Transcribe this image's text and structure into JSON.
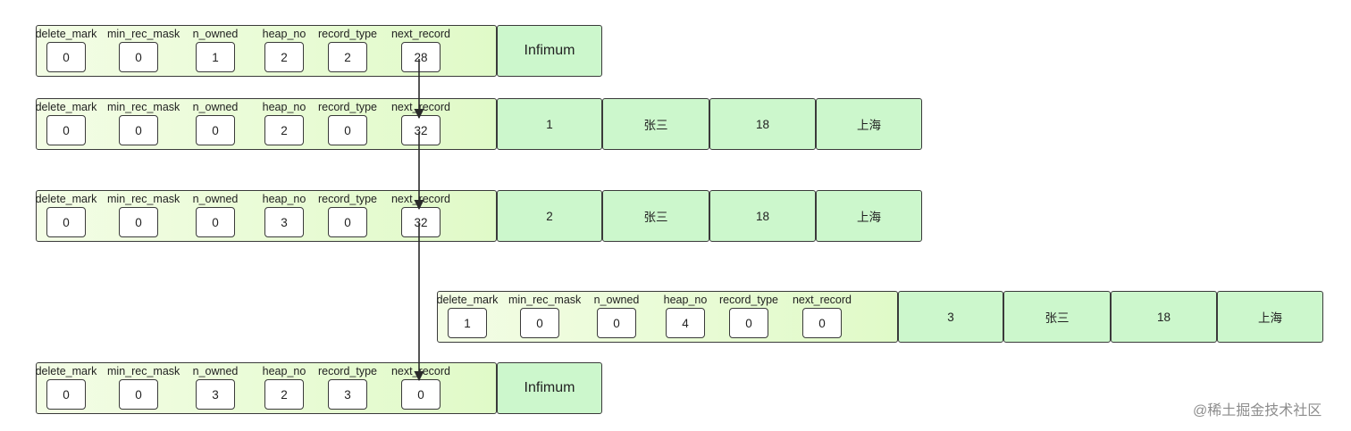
{
  "field_labels": [
    "delete_mark",
    "min_rec_mask",
    "n_owned",
    "heap_no",
    "record_type",
    "next_record"
  ],
  "records": [
    {
      "header": [
        "0",
        "0",
        "1",
        "2",
        "2",
        "28"
      ],
      "cells": [
        "Infimum"
      ]
    },
    {
      "header": [
        "0",
        "0",
        "0",
        "2",
        "0",
        "32"
      ],
      "cells": [
        "1",
        "张三",
        "18",
        "上海"
      ]
    },
    {
      "header": [
        "0",
        "0",
        "0",
        "3",
        "0",
        "32"
      ],
      "cells": [
        "2",
        "张三",
        "18",
        "上海"
      ]
    },
    {
      "header": [
        "1",
        "0",
        "0",
        "4",
        "0",
        "0"
      ],
      "cells": [
        "3",
        "张三",
        "18",
        "上海"
      ]
    },
    {
      "header": [
        "0",
        "0",
        "3",
        "2",
        "3",
        "0"
      ],
      "cells": [
        "Infimum"
      ]
    }
  ],
  "watermark": "@稀土掘金技术社区"
}
